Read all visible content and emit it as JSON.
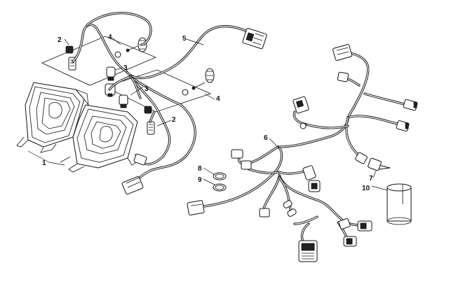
{
  "callouts": {
    "c1": "1",
    "c2a": "2",
    "c2b": "2",
    "c3a": "3",
    "c3b": "3",
    "c4a": "4",
    "c4b": "4",
    "c5": "5",
    "c6": "6",
    "c7": "7",
    "c8": "8",
    "c9": "9",
    "c10": "10"
  }
}
